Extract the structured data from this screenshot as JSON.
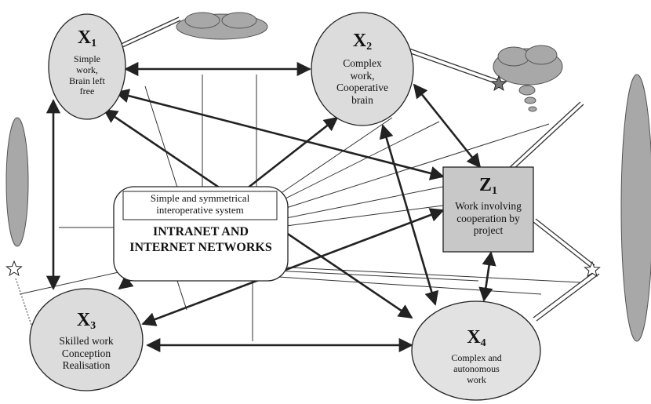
{
  "nodes": {
    "x1": {
      "letter": "X",
      "sub": "1",
      "lines": [
        "Simple",
        "work,",
        "Brain left",
        "free"
      ]
    },
    "x2": {
      "letter": "X",
      "sub": "2",
      "lines": [
        "Complex",
        "work,",
        "Cooperative",
        "brain"
      ]
    },
    "x3": {
      "letter": "X",
      "sub": "3",
      "lines": [
        "Skilled work",
        "Conception",
        "Realisation"
      ]
    },
    "x4": {
      "letter": "X",
      "sub": "4",
      "lines": [
        "Complex and",
        "autonomous",
        "work"
      ]
    },
    "z1": {
      "letter": "Z",
      "sub": "1",
      "lines": [
        "Work involving",
        "cooperation by",
        "project"
      ]
    }
  },
  "hub": {
    "box_text": [
      "Simple and symmetrical",
      "interoperative system"
    ],
    "title_lines": [
      "INTRANET AND",
      "INTERNET NETWORKS"
    ]
  },
  "colors": {
    "ellipse_fill": "#dcdcdc",
    "cloud_fill": "#a8a8a8",
    "stroke": "#222222"
  }
}
